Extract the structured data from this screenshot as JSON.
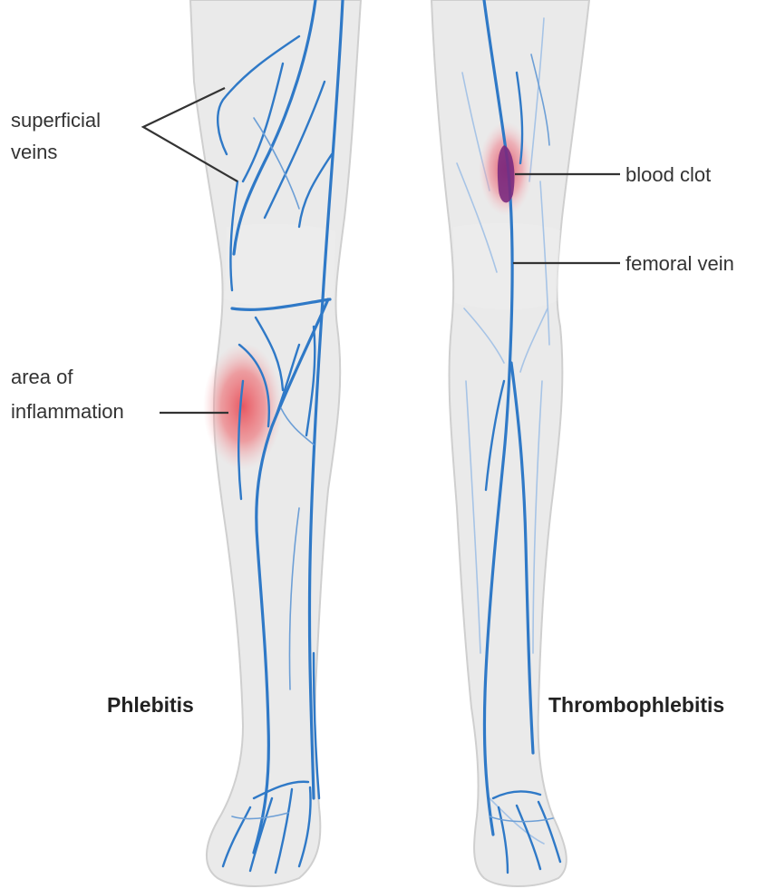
{
  "labels": {
    "superficial_veins": [
      "superficial",
      "veins"
    ],
    "area_of_inflammation": [
      "area of",
      "inflammation"
    ],
    "blood_clot": "blood clot",
    "femoral_vein": "femoral vein"
  },
  "titles": {
    "left_leg": "Phlebitis",
    "right_leg": "Thrombophlebitis"
  },
  "colors": {
    "skin": "#eaeaea",
    "vein": "#2f79c7",
    "inflammation": "#e8505a",
    "clot": "#7a2a7e"
  }
}
